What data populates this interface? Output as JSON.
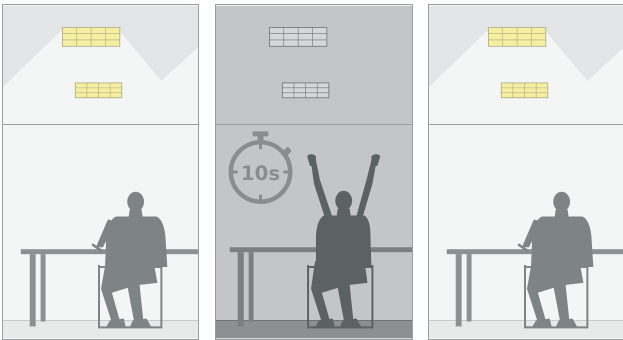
{
  "scenes": [
    {
      "id": "lights-on-before",
      "lights_on": true
    },
    {
      "id": "lights-off-wave",
      "lights_on": false,
      "timer": {
        "label": "10s"
      }
    },
    {
      "id": "lights-on-after",
      "lights_on": true
    }
  ],
  "colors": {
    "wall_lit": "#f4f5f5",
    "wall_dark": "#c4c5c6",
    "floor_lit": "#e8e9e9",
    "floor_dark": "#8c9091",
    "light_on": "#f6efa0",
    "light_off": "#d6d7d8",
    "beam": "#e4e5e6",
    "person": "#7e8384",
    "person_dark": "#5c6162",
    "desk": "#8b9091",
    "line": "#9b9e9f",
    "timer_ring": "#8a8d8e"
  }
}
